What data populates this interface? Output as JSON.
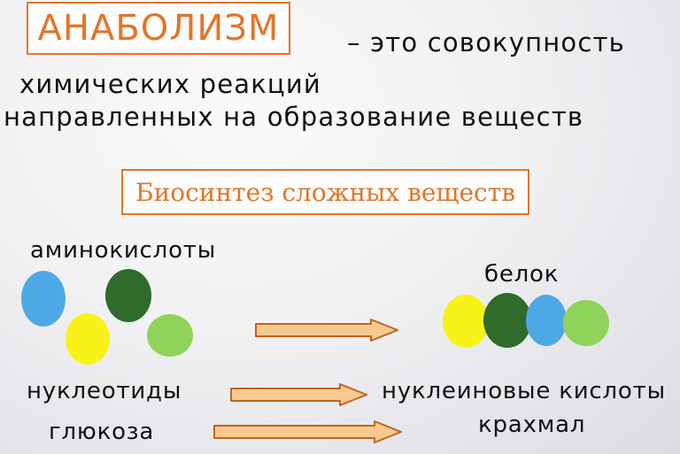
{
  "title": "АНАБОЛИЗМ",
  "definition": {
    "line1": "– это совокупность",
    "line2": "химических реакций",
    "line3": "направленных на образование веществ"
  },
  "subtitle": "Биосинтез сложных веществ",
  "examples": {
    "aminoacids": "аминокислоты",
    "protein": "белок",
    "nucleotides": "нуклеотиды",
    "nucleic_acids": "нуклеиновые кислоты",
    "glucose": "глюкоза",
    "starch": "крахмал"
  },
  "colors": {
    "accent": "#e0772a",
    "blue": "#4fa8e6",
    "dark_green": "#2f6b2a",
    "yellow": "#f7f21a",
    "light_green": "#8fd35a",
    "arrow_fill": "#f6c98e",
    "arrow_stroke": "#c0641f"
  }
}
